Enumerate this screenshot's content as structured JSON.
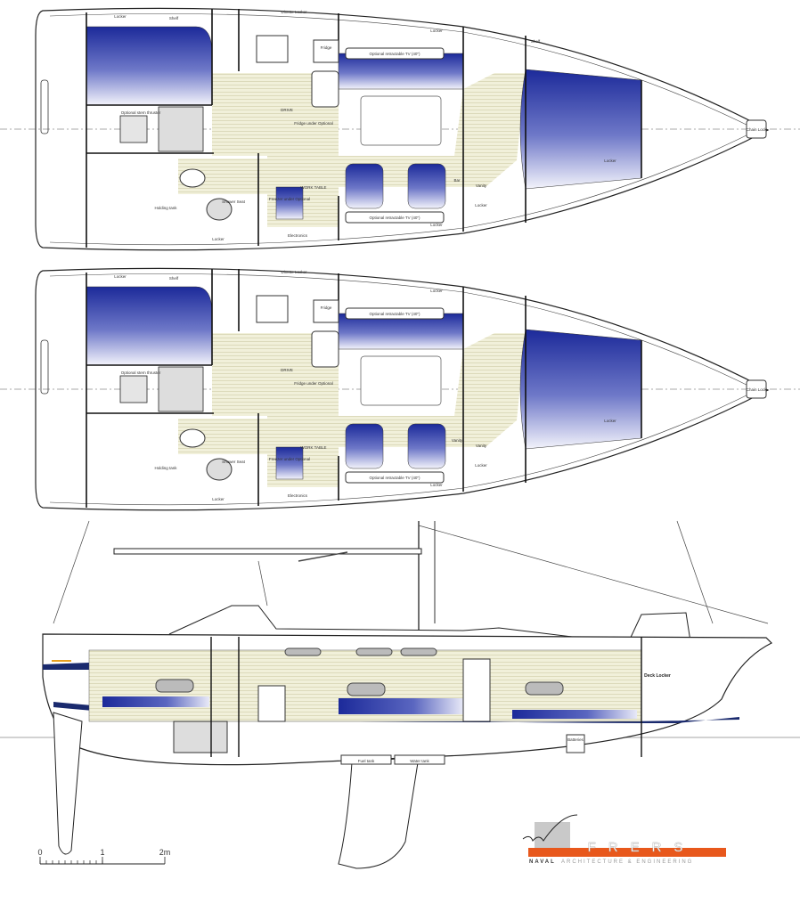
{
  "colors": {
    "upholstery": "#1f2f9e",
    "sole": "#efeed6",
    "logo_orange": "#e8581c",
    "logo_grey": "#c9c9c9",
    "hull_stripe": "#1a2a6e"
  },
  "plans": [
    {
      "labels": {
        "locker_aft": "Locker",
        "shelf": "Shelf",
        "dinette_locker": "Dinette Locker",
        "fridge": "Fridge",
        "tv_top": "Optional retractable TV (40\")",
        "locker_top": "Locker",
        "stern_thruster": "Optional stern thruster",
        "fridge_under": "Fridge under Optional",
        "drive": "DRIVE",
        "holding_tank": "Holding tank",
        "shower_seat": "Shower Seat",
        "freezer": "Freezer under Optional",
        "work_table": "WORK TABLE",
        "electronics": "Electronics",
        "tv_bottom": "Optional retractable TV (40\")",
        "locker_bottom": "Locker",
        "locker_stern": "Locker",
        "bar": "Bar",
        "vanity": "Vanity",
        "locker_fwd": "Locker",
        "shelf_fwd": "Shelf",
        "locker_bow": "Locker",
        "chain_lock": "Chain Lock"
      }
    },
    {
      "labels": {
        "locker_aft": "Locker",
        "shelf": "Shelf",
        "dinette_locker": "Dinette Locker",
        "fridge": "Fridge",
        "tv_top": "Optional retractable TV (40\")",
        "locker_top": "Locker",
        "stern_thruster": "Optional stern thruster",
        "fridge_under": "Fridge under Optional",
        "drive": "DRIVE",
        "holding_tank": "Holding tank",
        "shower_seat": "Shower Seat",
        "freezer": "Freezer under Optional",
        "work_table": "WORK TABLE",
        "electronics": "Electronics",
        "tv_bottom": "Optional retractable TV (40\")",
        "locker_bottom": "Locker",
        "locker_stern": "Locker",
        "bar": "Vanity",
        "vanity": "Vanity",
        "locker_fwd": "Locker",
        "shelf_fwd": "",
        "locker_bow": "Locker",
        "chain_lock": "Chain Lock"
      }
    }
  ],
  "profile": {
    "deck_locker": "Deck Locker",
    "fuel_tank": "Fuel tank",
    "water_tank": "Water tank",
    "batteries": "Batteries"
  },
  "scale_bar": {
    "tick_0": "0",
    "tick_1": "1",
    "tick_2": "2m"
  },
  "logo": {
    "name": "FRERS",
    "tagline_bold": "NAVAL",
    "tagline": "ARCHITECTURE & ENGINEERING"
  }
}
